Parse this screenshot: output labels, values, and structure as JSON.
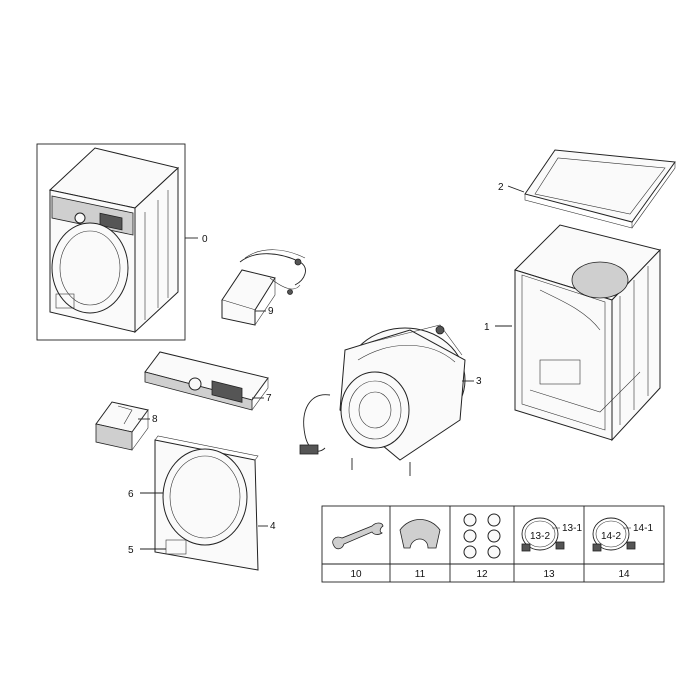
{
  "callouts": {
    "c0": "0",
    "c1": "1",
    "c2": "2",
    "c3": "3",
    "c4": "4",
    "c5": "5",
    "c6": "6",
    "c7": "7",
    "c8": "8",
    "c9": "9"
  },
  "accessories": [
    {
      "label": "10"
    },
    {
      "label": "11"
    },
    {
      "label": "12"
    },
    {
      "label": "13"
    },
    {
      "label": "14"
    }
  ],
  "sub_callouts": {
    "s13_1": "13-1",
    "s13_2": "13-2",
    "s14_1": "14-1",
    "s14_2": "14-2"
  }
}
